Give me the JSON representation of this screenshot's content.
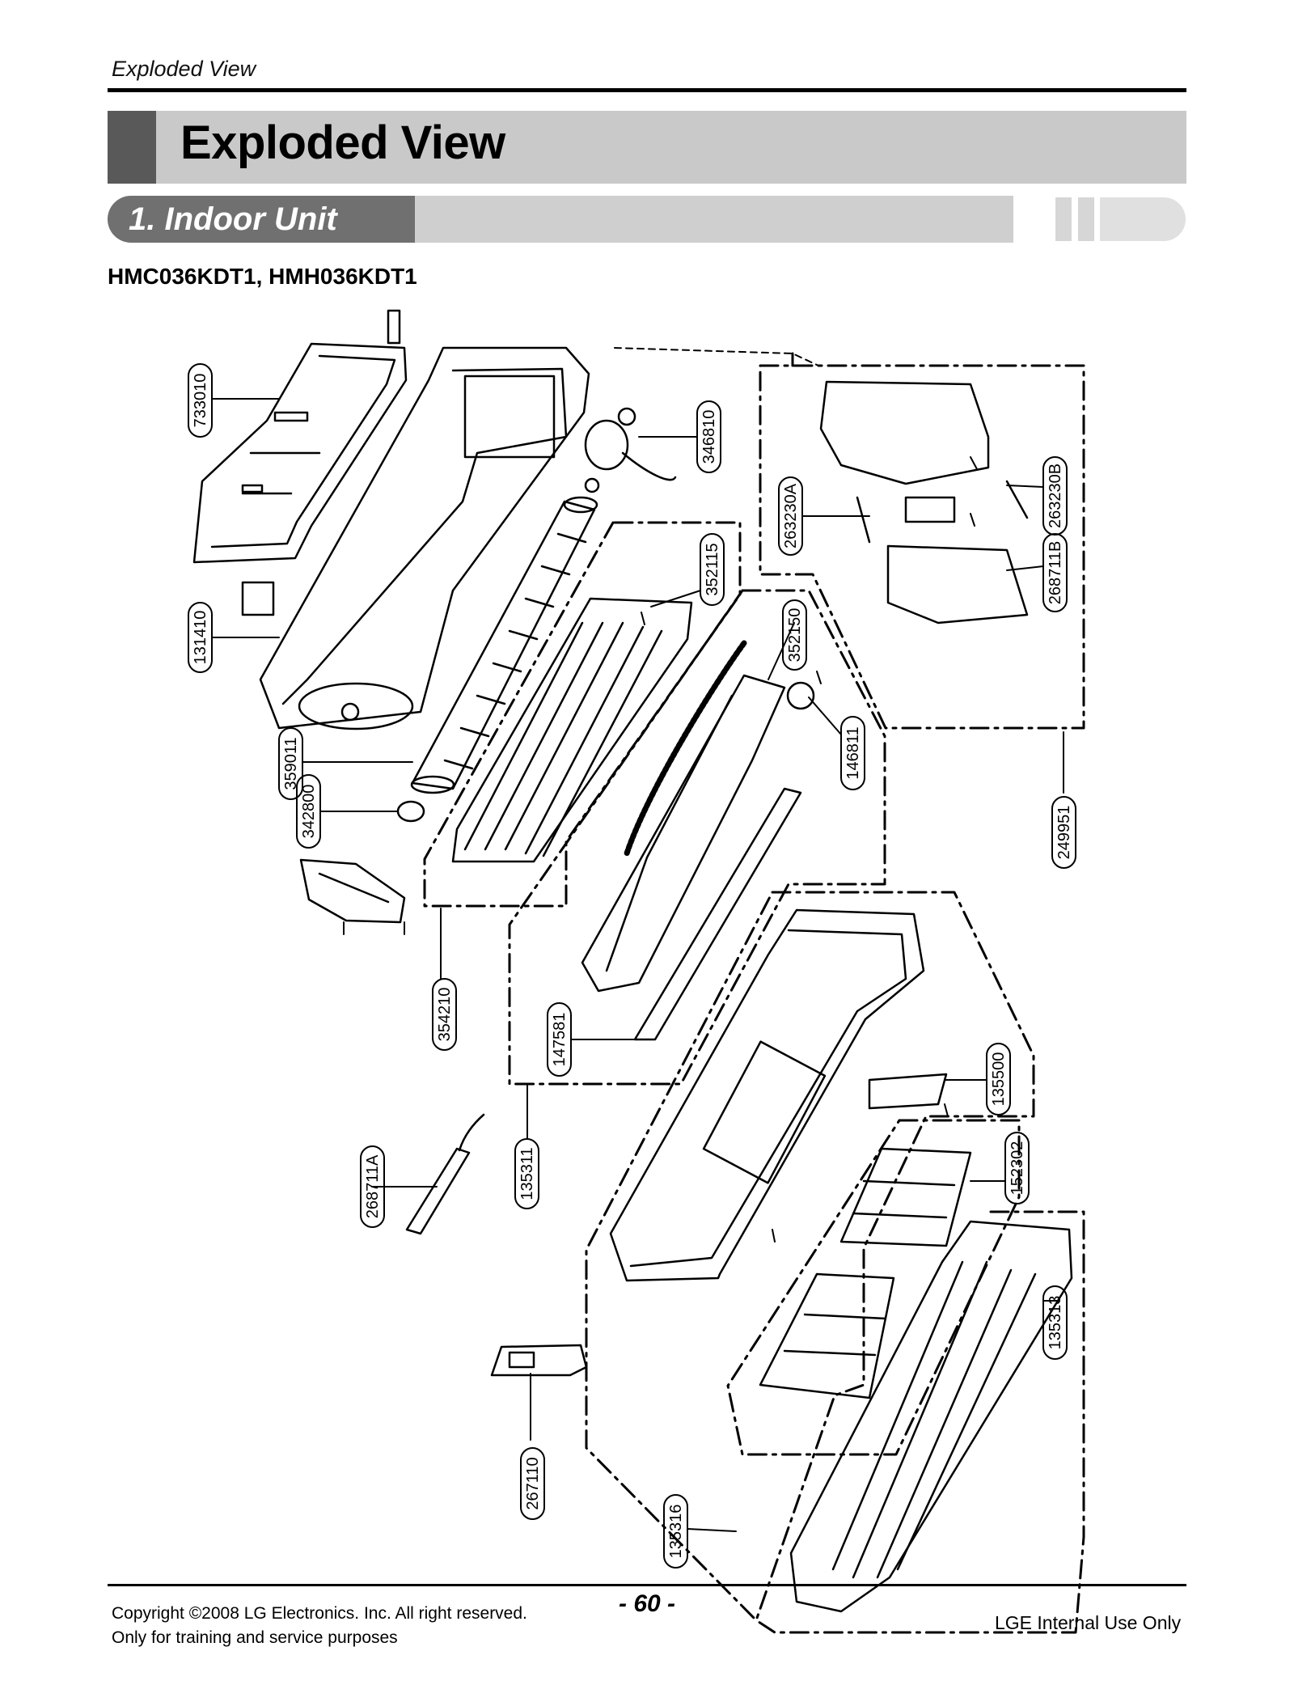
{
  "header": {
    "running_title": "Exploded View"
  },
  "title": "Exploded View",
  "section": {
    "label": "1. Indoor Unit"
  },
  "model": "HMC036KDT1, HMH036KDT1",
  "callouts": [
    {
      "id": "733010"
    },
    {
      "id": "131410"
    },
    {
      "id": "359011"
    },
    {
      "id": "342800"
    },
    {
      "id": "354210"
    },
    {
      "id": "268711A"
    },
    {
      "id": "135311"
    },
    {
      "id": "147581"
    },
    {
      "id": "352115"
    },
    {
      "id": "352150"
    },
    {
      "id": "146811"
    },
    {
      "id": "346810"
    },
    {
      "id": "263230A"
    },
    {
      "id": "263230B"
    },
    {
      "id": "268711B"
    },
    {
      "id": "249951"
    },
    {
      "id": "135500"
    },
    {
      "id": "152302"
    },
    {
      "id": "135313"
    },
    {
      "id": "267110"
    },
    {
      "id": "135316"
    }
  ],
  "footer": {
    "copyright": "Copyright ©2008 LG Electronics. Inc. All right reserved.",
    "training": "Only for training and service purposes",
    "page": "- 60 -",
    "internal": "LGE Internal Use Only"
  }
}
